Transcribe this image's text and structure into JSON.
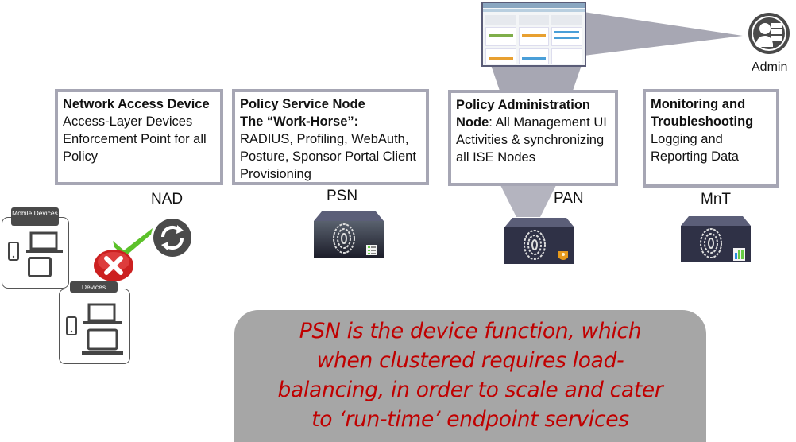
{
  "nodes": [
    {
      "id": "nad",
      "title": "Network Access Device",
      "body": "Access-Layer Devices Enforcement Point for all Policy",
      "label": "NAD"
    },
    {
      "id": "psn",
      "title_line1": "Policy Service Node",
      "title_line2": "The “Work-Horse”:",
      "body": "RADIUS, Profiling, WebAuth, Posture, Sponsor Portal Client Provisioning",
      "label": "PSN",
      "badge_icon": "list-icon"
    },
    {
      "id": "pan",
      "title": "Policy Administration Node",
      "body": ": All Management UI Activities & synchronizing all ISE Nodes",
      "label": "PAN",
      "badge_icon": "admin-badge-icon"
    },
    {
      "id": "mnt",
      "title": "Monitoring and Troubleshooting",
      "body": "Logging and Reporting Data",
      "label": "MnT",
      "badge_icon": "bar-chart-icon"
    }
  ],
  "admin": {
    "label": "Admin"
  },
  "devices": {
    "mobile_group_label": "Mobile Devices",
    "devices_group_label": "Devices"
  },
  "callout": {
    "text": "PSN is the device function, which when clustered requires load-balancing, in order to scale and cater to ‘run-time’ endpoint services",
    "lines": [
      "PSN is the device function, which",
      "when clustered requires load-",
      "balancing, in order to scale and cater",
      "to ‘run-time’ endpoint services"
    ]
  },
  "colors": {
    "box_border": "#a6a6b4",
    "callout_bg": "#a6a6a6",
    "callout_text": "#c00000",
    "beam": "#a7a7b3",
    "appliance": "#3b3d52",
    "allow": "#5cc12a",
    "deny": "#d42a2a"
  }
}
